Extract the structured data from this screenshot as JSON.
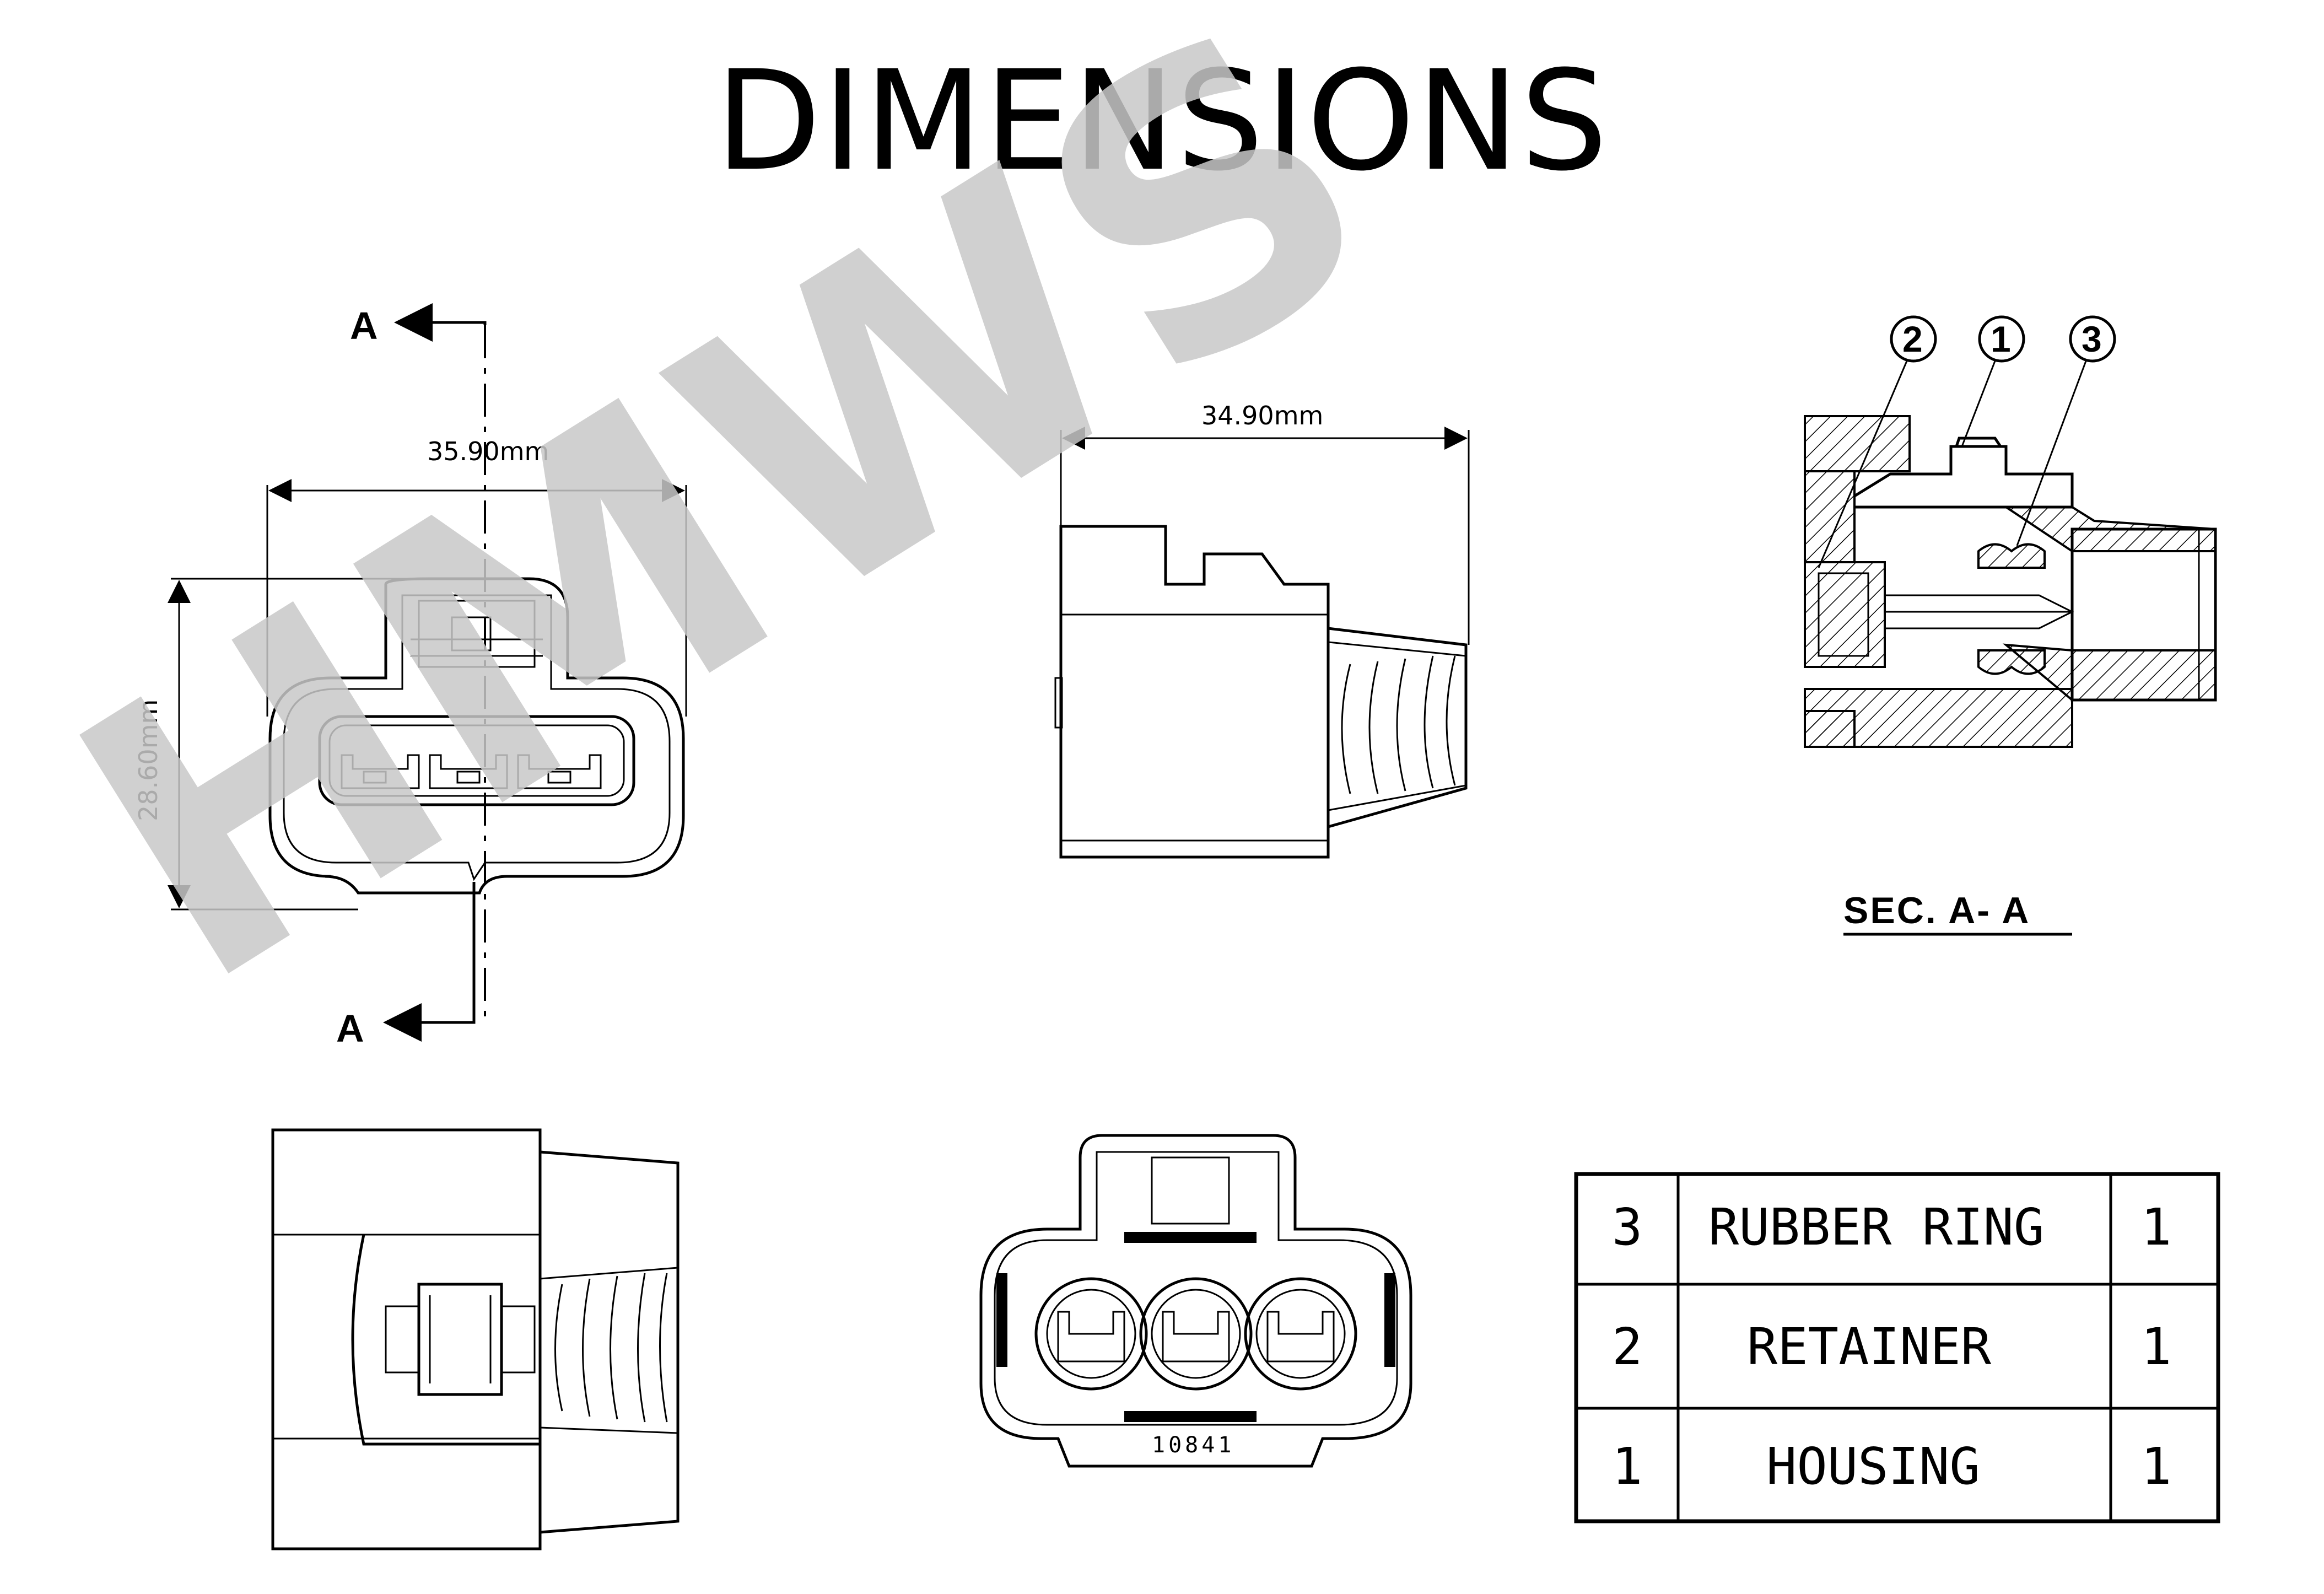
{
  "title": "DIMENSIONS",
  "watermark": "HMWS",
  "dimensions": {
    "width_front": "35.90mm",
    "width_side": "34.90mm",
    "height_front": "28.60mm"
  },
  "section": {
    "marker_top": "A",
    "marker_bottom": "A",
    "label": "SEC. A- A"
  },
  "callouts": [
    "2",
    "1",
    "3"
  ],
  "part_marking": "10841",
  "parts_list": [
    {
      "no": "3",
      "name": "RUBBER RING",
      "qty": "1"
    },
    {
      "no": "2",
      "name": "RETAINER",
      "qty": "1"
    },
    {
      "no": "1",
      "name": "HOUSING",
      "qty": "1"
    }
  ]
}
